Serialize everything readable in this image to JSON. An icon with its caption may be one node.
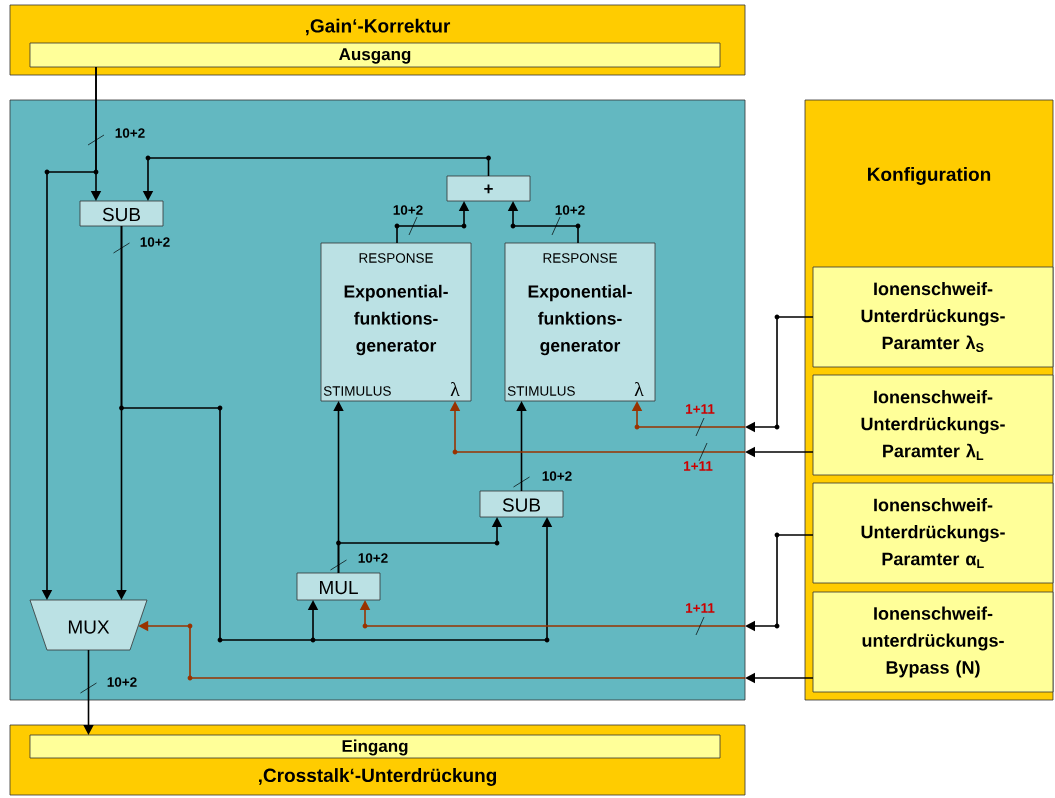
{
  "diagram": {
    "nodes": [
      {
        "text": [
          "‚Gain‘-Korrektur"
        ]
      },
      {
        "text": [
          "Ausgang"
        ],
        "in": 0
      },
      {
        "text": [],
        "shape": "box"
      },
      {
        "text": [
          "SUB"
        ],
        "in": 2
      },
      {
        "text": [
          "+"
        ],
        "in": 2
      },
      {
        "text": [
          "RESPONSE",
          "Exponential- funktions- generator",
          "STIMULUS",
          "λ"
        ],
        "in": 2
      },
      {
        "text": [
          "RESPONSE",
          "Exponential- funktions- generator",
          "STIMULUS",
          "λ"
        ],
        "in": 2
      },
      {
        "text": [
          "SUB"
        ],
        "in": 2
      },
      {
        "text": [
          "MUL"
        ],
        "in": 2
      },
      {
        "text": [
          "MUX"
        ],
        "in": 2
      },
      {
        "text": [
          "Konfiguration"
        ]
      },
      {
        "text": [
          "Ionenschweif- Unterdrückungs- Paramter λ$_{S}$"
        ],
        "in": 10
      },
      {
        "text": [
          "Ionenschweif- Unterdrückungs- Paramter λ$_{L}$"
        ],
        "in": 10
      },
      {
        "text": [
          "Ionenschweif- Unterdrückungs- Paramter α$_{L}$"
        ],
        "in": 10
      },
      {
        "text": [
          "Ionenschweif- unterdrückungs- Bypass (N)"
        ],
        "in": 10
      },
      {
        "text": [
          "‚Crosstalk‘-Unterdrückung"
        ]
      },
      {
        "text": [
          "Eingang"
        ],
        "in": 15
      }
    ],
    "edges": [
      {
        "from": 1,
        "to": 3,
        "arrow": "to",
        "label": "10+2"
      },
      {
        "from": 1,
        "to": 9,
        "arrow": "to"
      },
      {
        "from": 4,
        "to": 3,
        "arrow": "to"
      },
      {
        "from": 3,
        "to": 9,
        "arrow": "to",
        "label": "10+2"
      },
      {
        "from": 3,
        "to": 8,
        "arrow": "to"
      },
      {
        "from": 3,
        "to": 7,
        "arrow": "to"
      },
      {
        "from": 5,
        "to": 4,
        "arrow": "to",
        "label": "10+2"
      },
      {
        "from": 6,
        "to": 4,
        "arrow": "to",
        "label": "10+2"
      },
      {
        "from": 8,
        "to": 5,
        "arrow": "to",
        "label": "10+2"
      },
      {
        "from": 8,
        "to": 7,
        "arrow": "to"
      },
      {
        "from": 7,
        "to": 6,
        "arrow": "to",
        "label": "10+2"
      },
      {
        "from": 9,
        "to": 16,
        "arrow": "to",
        "label": "10+2"
      },
      {
        "from": 11,
        "to": 2,
        "arrow": "to"
      },
      {
        "from": 12,
        "to": 2,
        "arrow": "to"
      },
      {
        "from": 13,
        "to": 2,
        "arrow": "to"
      },
      {
        "from": 14,
        "to": 2,
        "arrow": "to"
      },
      {
        "from": null,
        "to": 6,
        "arrow": "to",
        "label": "1+11",
        "color": "#993300"
      },
      {
        "from": null,
        "to": 5,
        "arrow": "to",
        "label": "1+11",
        "color": "#993300"
      },
      {
        "from": null,
        "to": 8,
        "arrow": "to",
        "label": "1+11",
        "color": "#993300"
      },
      {
        "from": null,
        "to": 9,
        "arrow": "to",
        "color": "#993300"
      }
    ]
  }
}
